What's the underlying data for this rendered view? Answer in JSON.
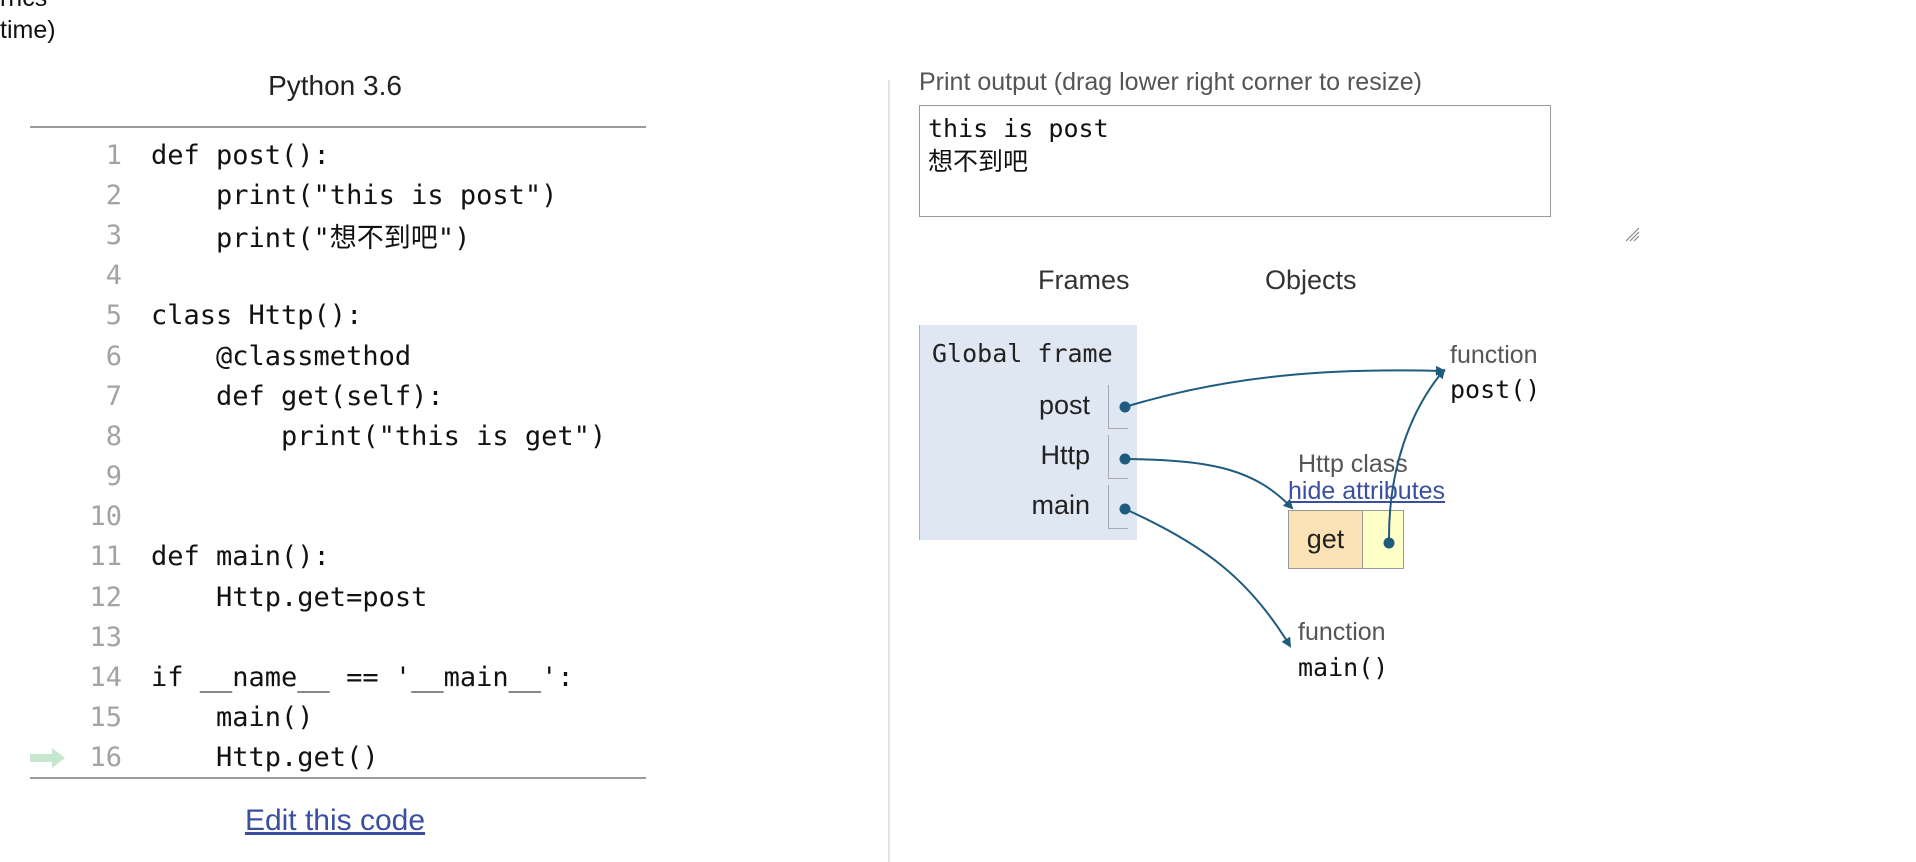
{
  "clipped_text": [
    "rrics",
    "time)"
  ],
  "code_panel": {
    "language": "Python 3.6",
    "lines": [
      {
        "num": "1",
        "text": "def post():"
      },
      {
        "num": "2",
        "text": "    print(\"this is post\")"
      },
      {
        "num": "3",
        "text": "    print(\"想不到吧\")"
      },
      {
        "num": "4",
        "text": ""
      },
      {
        "num": "5",
        "text": "class Http():"
      },
      {
        "num": "6",
        "text": "    @classmethod"
      },
      {
        "num": "7",
        "text": "    def get(self):"
      },
      {
        "num": "8",
        "text": "        print(\"this is get\")"
      },
      {
        "num": "9",
        "text": ""
      },
      {
        "num": "10",
        "text": ""
      },
      {
        "num": "11",
        "text": "def main():"
      },
      {
        "num": "12",
        "text": "    Http.get=post"
      },
      {
        "num": "13",
        "text": ""
      },
      {
        "num": "14",
        "text": "if __name__ == '__main__':"
      },
      {
        "num": "15",
        "text": "    main()"
      },
      {
        "num": "16",
        "text": "    Http.get()"
      }
    ],
    "current_line": "16",
    "edit_link": "Edit this code"
  },
  "print_output": {
    "label": "Print output (drag lower right corner to resize)",
    "text": "this is post\n想不到吧"
  },
  "viz": {
    "frames_header": "Frames",
    "objects_header": "Objects",
    "global_frame": {
      "title": "Global frame",
      "vars": [
        "post",
        "Http",
        "main"
      ]
    },
    "objects": {
      "post_func": {
        "type": "function",
        "name": "post()"
      },
      "http_class": {
        "label": "Http class",
        "hide_link": "hide attributes",
        "attr": "get"
      },
      "main_func": {
        "type": "function",
        "name": "main()"
      }
    }
  },
  "colors": {
    "arrow": "#1f5b7f",
    "link": "#3b4fa0",
    "frame_bg": "#dfe7f2",
    "class_key_bg": "#fbe3b5",
    "class_val_bg": "#ffffc8",
    "current_line_arrow": "#c6e6cf"
  }
}
